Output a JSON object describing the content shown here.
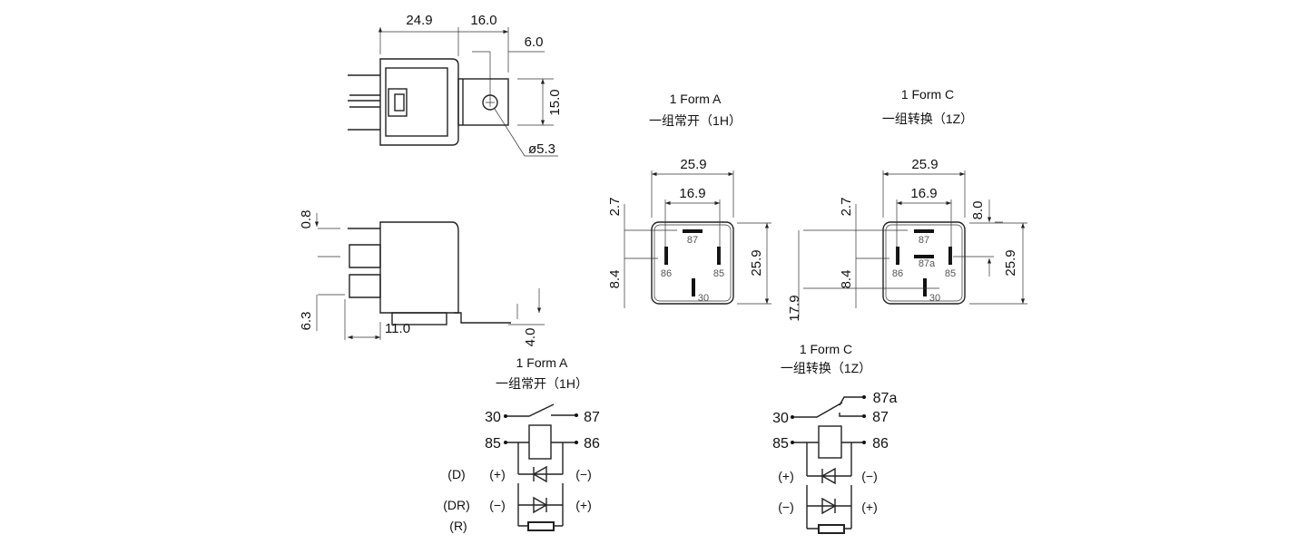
{
  "top_view": {
    "dims": [
      "24.9",
      "16.0",
      "6.0",
      "15.0",
      "ø5.3"
    ]
  },
  "side_view": {
    "dims": [
      "0.8",
      "6.3",
      "11.0",
      "4.0"
    ]
  },
  "form_a": {
    "title": "1 Form A",
    "subtitle": "一组常开（1H）",
    "dims": {
      "width": "25.9",
      "pitch": "16.9",
      "top": "2.7",
      "mid": "8.4",
      "height": "25.9"
    },
    "pins": [
      "87",
      "86",
      "85",
      "30"
    ]
  },
  "form_c": {
    "title": "1 Form C",
    "subtitle": "一组转换（1Z）",
    "dims": {
      "width": "25.9",
      "pitch": "16.9",
      "top": "2.7",
      "mid": "8.4",
      "height": "25.9",
      "offset": "8.0",
      "bottom": "17.9"
    },
    "pins": [
      "87",
      "87a",
      "86",
      "85",
      "30"
    ]
  },
  "schematic_a": {
    "title": "1 Form A",
    "subtitle": "一组常开（1H）",
    "terminals": [
      "30",
      "87",
      "85",
      "86"
    ],
    "variants": [
      "(D)",
      "(DR)",
      "(R)"
    ],
    "polarity": [
      "(+)",
      "(−)",
      "(−)",
      "(+)"
    ]
  },
  "schematic_c": {
    "title": "1 Form C",
    "subtitle": "一组转换（1Z）",
    "terminals": [
      "30",
      "87a",
      "87",
      "85",
      "86"
    ],
    "polarity": [
      "(+)",
      "(−)",
      "(−)",
      "(+)"
    ]
  }
}
